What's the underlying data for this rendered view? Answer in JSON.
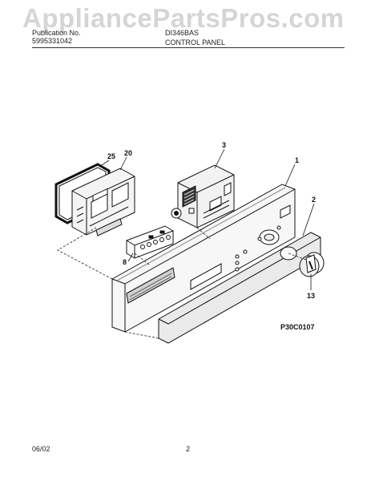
{
  "header": {
    "watermark": "AppliancePartsPros.com",
    "publication_label": "Publication No.",
    "publication_no": "5995331042",
    "model": "DI346BAS",
    "section_title": "CONTROL PANEL"
  },
  "callouts": {
    "c25": "25",
    "c20": "20",
    "c3": "3",
    "c1": "1",
    "c2": "2",
    "c8": "8",
    "c13": "13"
  },
  "figure_code": "P30C0107",
  "footer": {
    "date": "06/02",
    "page": "2"
  }
}
